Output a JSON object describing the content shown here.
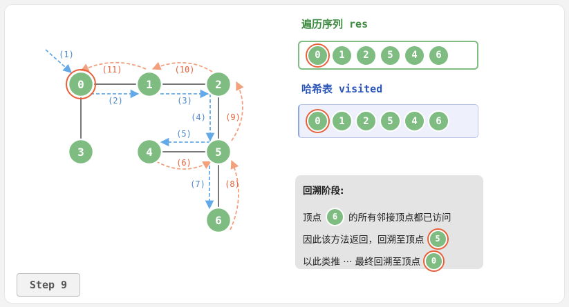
{
  "graph": {
    "nodes": [
      {
        "id": "0",
        "label": "0",
        "highlighted": true
      },
      {
        "id": "1",
        "label": "1",
        "highlighted": false
      },
      {
        "id": "2",
        "label": "2",
        "highlighted": false
      },
      {
        "id": "3",
        "label": "3",
        "highlighted": false
      },
      {
        "id": "4",
        "label": "4",
        "highlighted": false
      },
      {
        "id": "5",
        "label": "5",
        "highlighted": false
      },
      {
        "id": "6",
        "label": "6",
        "highlighted": false
      }
    ],
    "edges": [
      [
        "0",
        "1"
      ],
      [
        "1",
        "2"
      ],
      [
        "0",
        "3"
      ],
      [
        "2",
        "5"
      ],
      [
        "4",
        "5"
      ],
      [
        "5",
        "6"
      ]
    ],
    "steps": [
      {
        "label": "(1)",
        "kind": "visit"
      },
      {
        "label": "(2)",
        "kind": "visit"
      },
      {
        "label": "(3)",
        "kind": "visit"
      },
      {
        "label": "(4)",
        "kind": "visit"
      },
      {
        "label": "(5)",
        "kind": "visit"
      },
      {
        "label": "(6)",
        "kind": "backtrack"
      },
      {
        "label": "(7)",
        "kind": "visit"
      },
      {
        "label": "(8)",
        "kind": "backtrack"
      },
      {
        "label": "(9)",
        "kind": "backtrack"
      },
      {
        "label": "(10)",
        "kind": "backtrack"
      },
      {
        "label": "(11)",
        "kind": "backtrack"
      }
    ]
  },
  "res": {
    "title": "遍历序列 res",
    "items": [
      "0",
      "1",
      "2",
      "5",
      "4",
      "6"
    ],
    "highlight_index": 0
  },
  "visited": {
    "title": "哈希表 visited",
    "items": [
      "0",
      "1",
      "2",
      "5",
      "4",
      "6"
    ],
    "highlight_index": 0
  },
  "info": {
    "title": "回溯阶段:",
    "line1_before": "顶点",
    "line1_node": "6",
    "line1_after": "的所有邻接顶点都已访问",
    "line2_text": "因此该方法返回，回溯至顶点",
    "line2_node": "5",
    "line3_text": "以此类推 ··· 最终回溯至顶点",
    "line3_node": "0"
  },
  "step": "Step 9",
  "colors": {
    "node": "#7fbc81",
    "highlight": "#e8603a",
    "visit_arrow": "#63a9e8",
    "backtrack_arrow": "#f2a07e",
    "backtrack_label": "#e8603a",
    "visit_label": "#4d88c8",
    "edge": "#777777"
  }
}
